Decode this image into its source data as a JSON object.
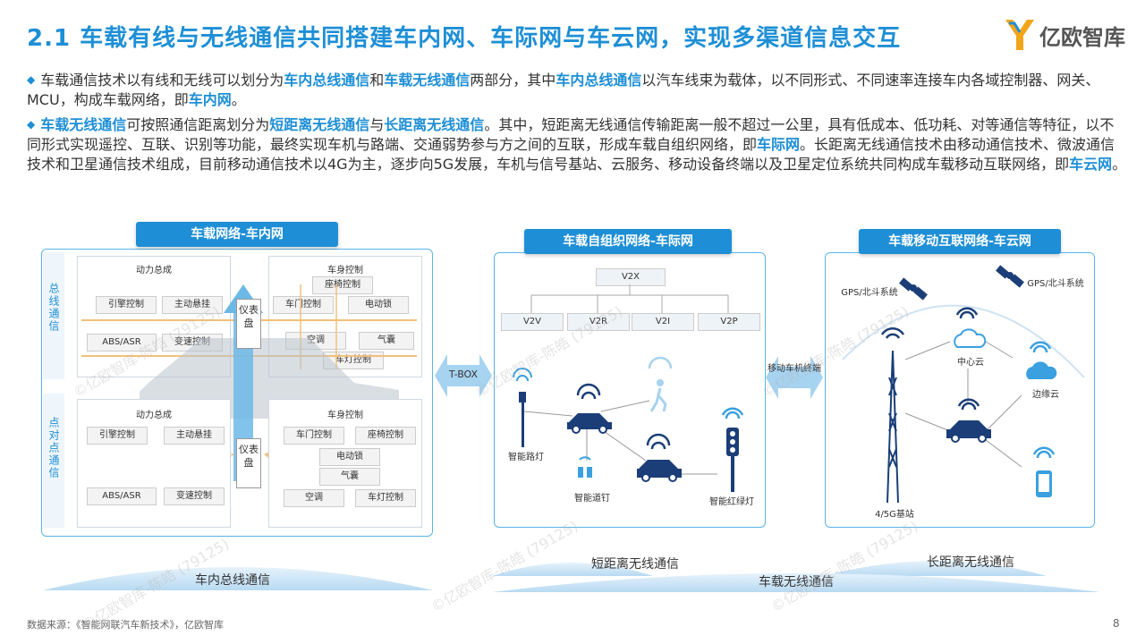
{
  "title": "2.1 车载有线与无线通信共同搭建车内网、车际网与车云网，实现多渠道信息交互",
  "logo_text": "亿欧智库",
  "bullets": [
    [
      {
        "t": "车载通信技术以有线和无线可以划分为"
      },
      {
        "t": "车内总线通信",
        "h": true
      },
      {
        "t": "和"
      },
      {
        "t": "车载无线通信",
        "h": true
      },
      {
        "t": "两部分，其中"
      },
      {
        "t": "车内总线通信",
        "h": true
      },
      {
        "t": "以汽车线束为载体，以不同形式、不同速率连接车内各域控制器、网关、MCU，构成车载网络，即"
      },
      {
        "t": "车内网",
        "h": true
      },
      {
        "t": "。"
      }
    ],
    [
      {
        "t": "车载无线通信",
        "h": true
      },
      {
        "t": "可按照通信距离划分为"
      },
      {
        "t": "短距离无线通信",
        "h": true
      },
      {
        "t": "与"
      },
      {
        "t": "长距离无线通信",
        "h": true
      },
      {
        "t": "。其中，短距离无线通信传输距离一般不超过一公里，具有低成本、低功耗、对等通信等特征，以不同形式实现遥控、互联、识别等功能，最终实现车机与路端、交通弱势参与方之间的互联，形成车载自组织网络，即"
      },
      {
        "t": "车际网",
        "h": true
      },
      {
        "t": "。长距离无线通信技术由移动通信技术、微波通信技术和卫星通信技术组成，目前移动通信技术以4G为主，逐步向5G发展，车机与信号基站、云服务、移动设备终端以及卫星定位系统共同构成车载移动互联网络，即"
      },
      {
        "t": "车云网",
        "h": true
      },
      {
        "t": "。"
      }
    ]
  ],
  "panel1": {
    "header": "车载网络-车内网",
    "bus_label": "总线通信",
    "p2p_label": "点对点通信",
    "top_left": {
      "title": "动力总成",
      "items": [
        "引擎控制",
        "主动悬挂",
        "ABS/ASR",
        "变速控制"
      ]
    },
    "top_right": {
      "title": "车身控制",
      "items": [
        "座椅控制",
        "车门控制",
        "电动锁",
        "空调",
        "气囊",
        "车灯控制"
      ]
    },
    "dashboard": "仪表盘",
    "bot_left": {
      "title": "动力总成",
      "items": [
        "引擎控制",
        "主动悬挂",
        "ABS/ASR",
        "变速控制"
      ]
    },
    "bot_right": {
      "title": "车身控制",
      "items": [
        "车门控制",
        "座椅控制",
        "电动锁",
        "气囊",
        "空调",
        "车灯控制"
      ]
    }
  },
  "tbox": "T-BOX",
  "panel2": {
    "header": "车载自组织网络-车际网",
    "v2x": "V2X",
    "v2": [
      "V2V",
      "V2R",
      "V2I",
      "V2P"
    ],
    "smart_lamp": "智能路灯",
    "smart_stud": "智能道钉",
    "smart_light": "智能红绿灯"
  },
  "mobile_terminal": "移动车机终端",
  "panel3": {
    "header": "车载移动互联网络-车云网",
    "gps1": "GPS/北斗系统",
    "gps2": "GPS/北斗系统",
    "center_cloud": "中心云",
    "edge_cloud": "边缘云",
    "base_station": "4/5G基站"
  },
  "bottom": {
    "bus": "车内总线通信",
    "short": "短距离无线通信",
    "long": "长距离无线通信",
    "wireless": "车载无线通信"
  },
  "source": "数据来源：《智能网联汽车新技术》，亿欧智库",
  "page": "8",
  "watermark": "©亿欧智库-陈皓 (79125)",
  "colors": {
    "accent": "#1e8fd6",
    "panel_border": "#5bb4e6"
  }
}
